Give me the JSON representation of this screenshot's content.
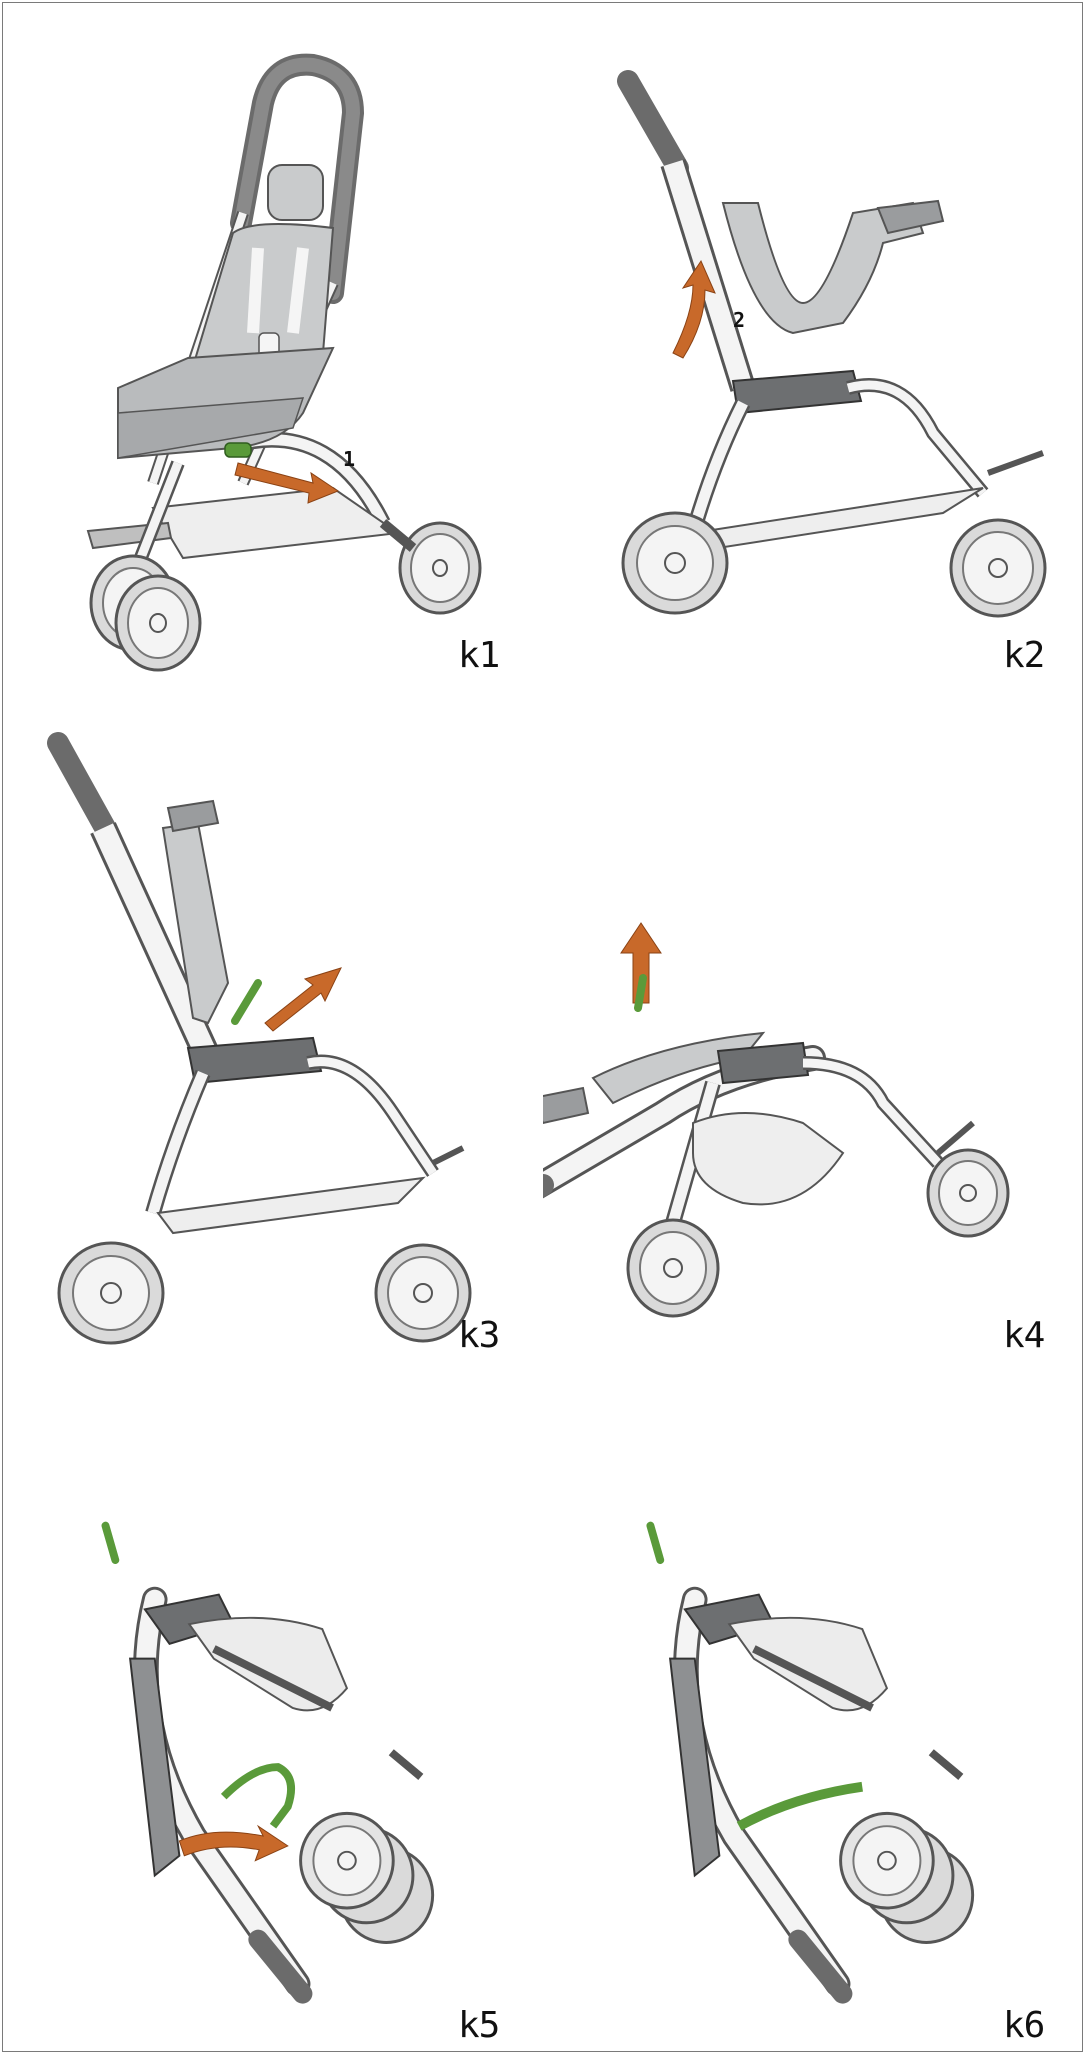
{
  "steps": [
    {
      "label": "k1",
      "callout": "1"
    },
    {
      "label": "k2",
      "callout": "2"
    },
    {
      "label": "k3"
    },
    {
      "label": "k4"
    },
    {
      "label": "k5"
    },
    {
      "label": "k6"
    }
  ],
  "colors": {
    "frame": "#d9d9d9",
    "frame_stroke": "#6a6a6a",
    "seat": "#c9cbcc",
    "seat_dark": "#8e9092",
    "handle": "#7b7b7b",
    "tire": "#cfcfcf",
    "action_arrow": "#c8692a",
    "release_part": "#5a9a3a"
  }
}
